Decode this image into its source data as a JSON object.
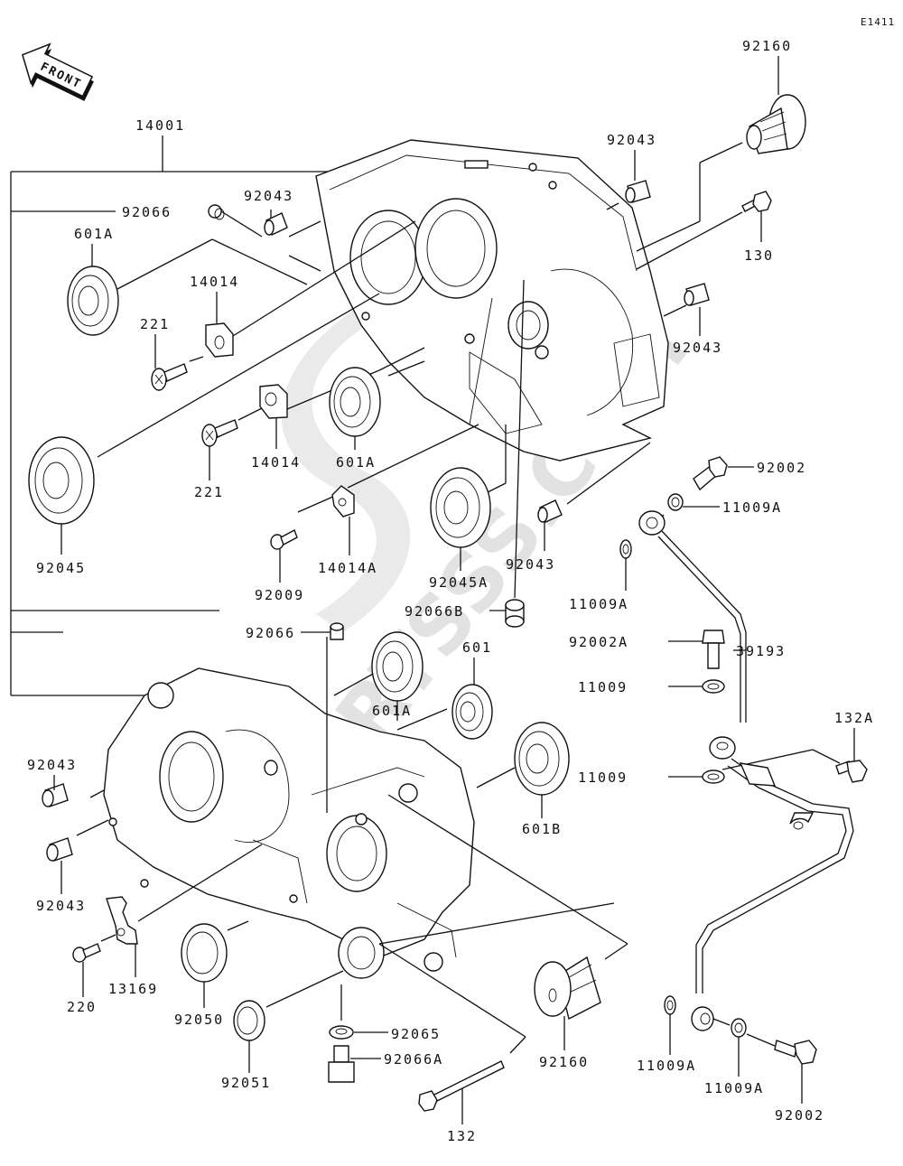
{
  "diagram": {
    "reference_code": "E1411",
    "direction_indicator": "FRONT",
    "watermark": "PARTSSS.COM",
    "labels": {
      "crankcase_set": "14001",
      "bushing_top_right": "92160",
      "knock_pin_top": "92043",
      "bolt_130": "130",
      "knock_pin_right": "92043",
      "knock_pin_center": "92043",
      "plug_92066": "92066",
      "bearing_601a_left": "601A",
      "screw_221_upper": "221",
      "plate_14014_upper": "14014",
      "screw_221_lower": "221",
      "plate_14014_lower": "14014",
      "bearing_601a_center": "601A",
      "bearing_92045": "92045",
      "plate_14014a": "14014A",
      "screw_92009": "92009",
      "bearing_92045a": "92045A",
      "knock_pin_92043_mid": "92043",
      "plug_92066b": "92066B",
      "plug_92066_lower": "92066",
      "bolt_92002_top": "92002",
      "washer_11009a_top": "11009A",
      "washer_11009a_mid": "11009A",
      "bolt_92002a": "92002A",
      "pipe_39193": "39193",
      "washer_11009_upper": "11009",
      "washer_11009_lower": "11009",
      "bolt_132a": "132A",
      "bearing_601a_lower": "601A",
      "bearing_601": "601",
      "bearing_601b": "601B",
      "knock_pin_left_upper": "92043",
      "knock_pin_left_lower": "92043",
      "stopper_13169": "13169",
      "screw_220": "220",
      "oil_seal_92050": "92050",
      "oil_seal_92051": "92051",
      "washer_92065": "92065",
      "drain_plug_92066a": "92066A",
      "bolt_132": "132",
      "bushing_bottom": "92160",
      "washer_11009a_bottom_left": "11009A",
      "washer_11009a_bottom_right": "11009A",
      "bolt_92002_bottom": "92002"
    }
  }
}
